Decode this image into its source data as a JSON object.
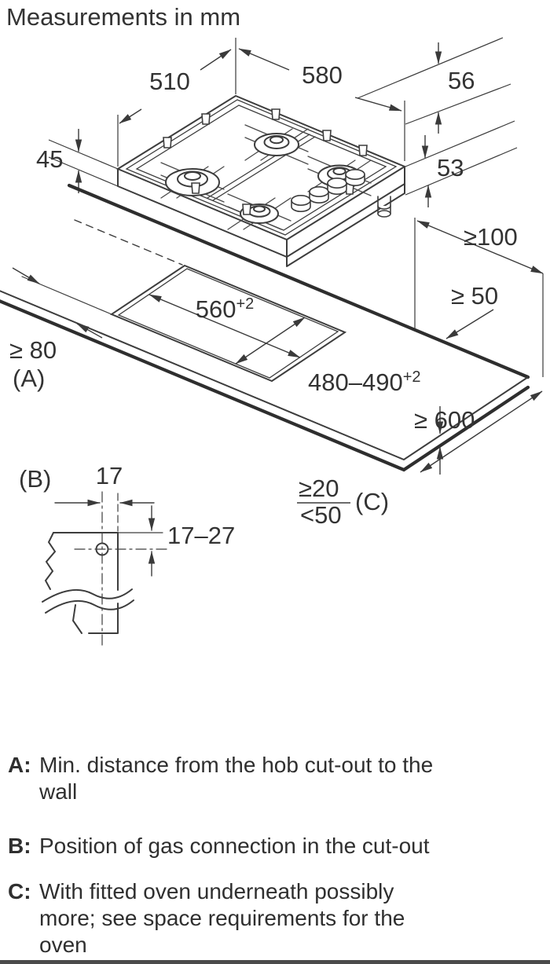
{
  "title": "Measurements in mm",
  "hob_dims": {
    "depth": "510",
    "width": "580",
    "height_with_supports": "56",
    "height_above_worktop": "45",
    "installation_depth": "53"
  },
  "worktop_dims": {
    "cutout_width": "560",
    "cutout_width_tol": "+2",
    "cutout_depth": "480–490",
    "cutout_depth_tol": "+2",
    "rear_clearance": "≥ 50",
    "side_clearance": "≥100",
    "front_clearance": "≥ 80",
    "front_clearance_ref": "(A)",
    "worktop_depth": "≥ 600",
    "thickness_min": "≥20",
    "thickness_max": "<50",
    "thickness_ref": "(C)"
  },
  "gas_connection": {
    "ref": "(B)",
    "horizontal_offset": "17",
    "vertical_range": "17–27"
  },
  "legend": [
    {
      "key": "A:",
      "lines": [
        "Min. distance from the hob cut-out to the",
        "wall"
      ]
    },
    {
      "key": "B:",
      "lines": [
        "Position of gas connection in the cut-out"
      ]
    },
    {
      "key": "C:",
      "lines": [
        "With fitted oven underneath possibly",
        "more; see space requirements for the",
        "oven"
      ]
    }
  ]
}
